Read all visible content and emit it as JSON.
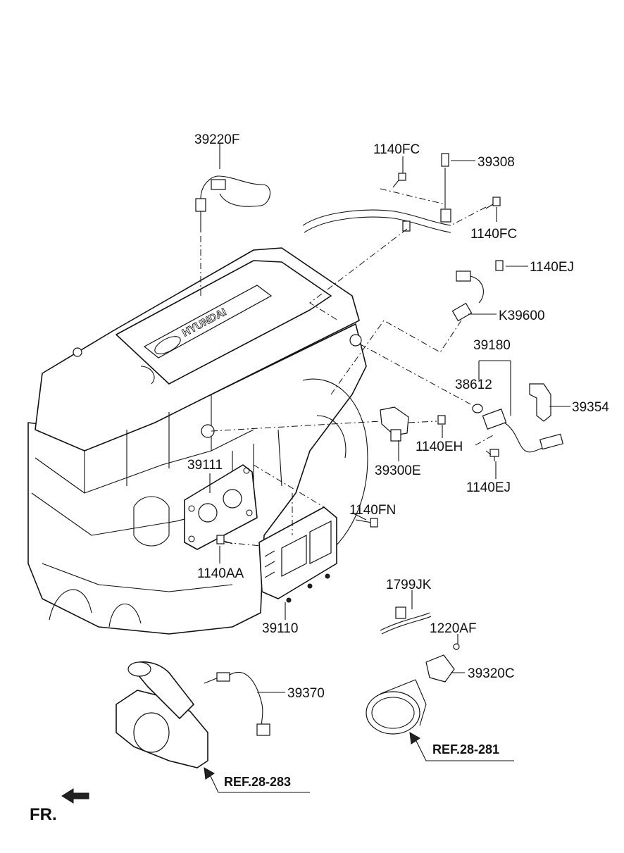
{
  "parts": {
    "p39220F": "39220F",
    "p1140FC_top": "1140FC",
    "p39308": "39308",
    "p1140FC_right": "1140FC",
    "p1140EJ_top": "1140EJ",
    "pK39600": "K39600",
    "p39180": "39180",
    "p38612": "38612",
    "p39354": "39354",
    "p1140EH": "1140EH",
    "p39300E": "39300E",
    "p1140EJ_bottom": "1140EJ",
    "p39111": "39111",
    "p1140FN": "1140FN",
    "p1140AA": "1140AA",
    "p39110": "39110",
    "p1799JK": "1799JK",
    "p1220AF": "1220AF",
    "p39320C": "39320C",
    "p39370": "39370"
  },
  "references": {
    "ref_28_283": "REF.28-283",
    "ref_28_281": "REF.28-281"
  },
  "orientation": {
    "front_label": "FR."
  },
  "logo_text": "HYUNDAI"
}
